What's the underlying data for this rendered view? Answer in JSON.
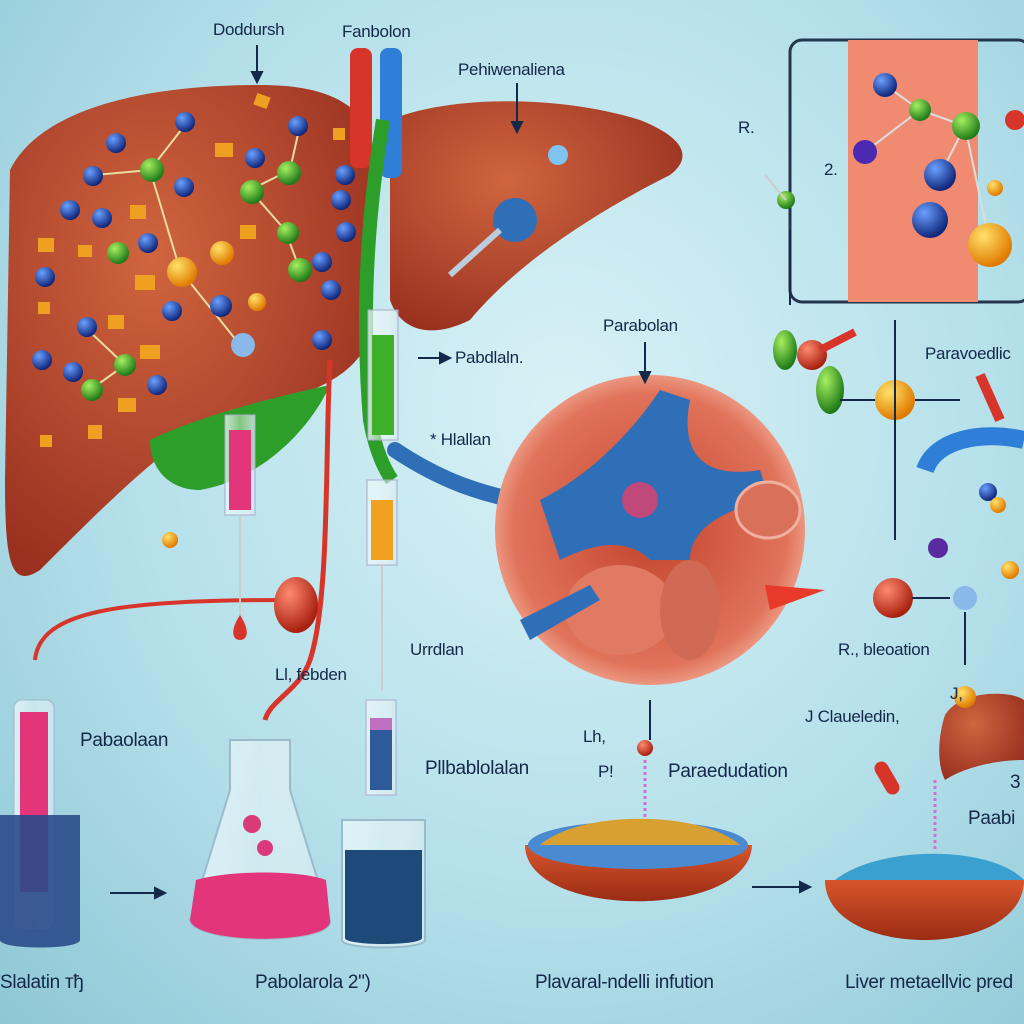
{
  "labels": {
    "top_left": "Doddursh",
    "top_tubes": "Fanbolon",
    "top_right_lobe": "Pehiwenaliena",
    "inset_r": "R.",
    "inset_2": "2.",
    "cross_section_title": "Parabolan",
    "syringe_arrow": "Pabdlaln.",
    "right_flow": "Paravoedlic",
    "hlallan": "* Hlallan",
    "urrdlan": "Urrdlan",
    "bleoation": "R., bleoation",
    "febden": "Ll, febden",
    "j_mark": "J,",
    "claueledin": "J Claueledin,",
    "left_tube": "Pabaolaan",
    "middle_tube": "Pllbablolalan",
    "lh": "Lh,",
    "p_mark": "P!",
    "paraedudation": "Paraedudation",
    "three": "3",
    "paabi": "Paabi"
  },
  "captions": [
    "Slalatin тђ",
    "Pabolarola 2\")",
    "Plavaral-ndelli infution",
    "Liver metaellvic pred"
  ],
  "colors": {
    "liver": "#b8452a",
    "vessel_blue": "#2f6fb8",
    "vessel_red": "#d8352a",
    "text": "#14284a"
  }
}
